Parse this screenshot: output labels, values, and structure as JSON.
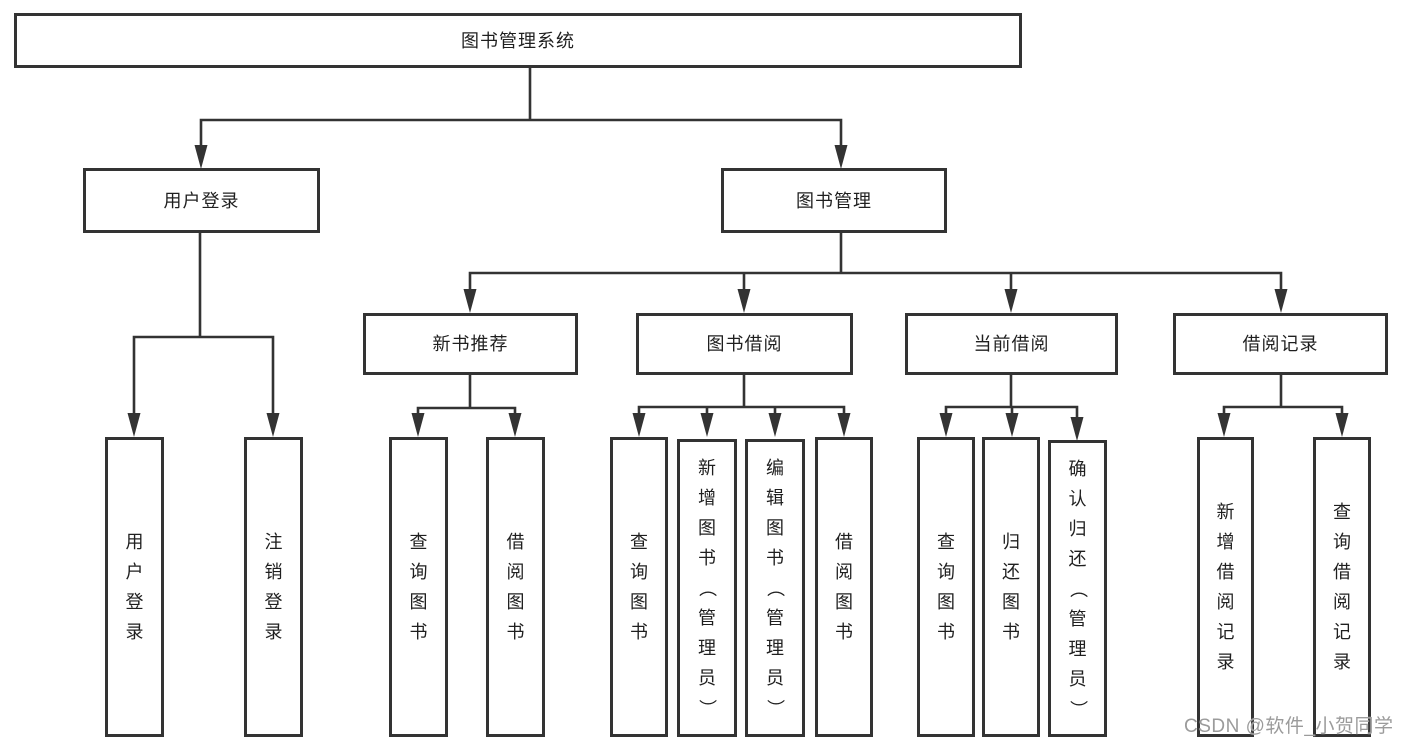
{
  "nodes": {
    "root": {
      "label": "图书管理系统"
    },
    "user_login": {
      "label": "用户登录"
    },
    "book_mgmt": {
      "label": "图书管理"
    },
    "new_book_rec": {
      "label": "新书推荐"
    },
    "book_borrow": {
      "label": "图书借阅"
    },
    "current_borrow": {
      "label": "当前借阅"
    },
    "borrow_record": {
      "label": "借阅记录"
    },
    "leaf_user_login": {
      "label": "用户登录"
    },
    "leaf_logout": {
      "label": "注销登录"
    },
    "leaf_query_book_a": {
      "label": "查询图书"
    },
    "leaf_borrow_book_a": {
      "label": "借阅图书"
    },
    "leaf_query_book_b": {
      "label": "查询图书"
    },
    "leaf_add_book": {
      "label": "新增图书（管理员）"
    },
    "leaf_edit_book": {
      "label": "编辑图书（管理员）"
    },
    "leaf_borrow_book_b": {
      "label": "借阅图书"
    },
    "leaf_query_book_c": {
      "label": "查询图书"
    },
    "leaf_return_book": {
      "label": "归还图书"
    },
    "leaf_confirm_return": {
      "label": "确认归还（管理员）"
    },
    "leaf_add_record": {
      "label": "新增借阅记录"
    },
    "leaf_query_record": {
      "label": "查询借阅记录"
    }
  },
  "edges": [
    {
      "from": "root",
      "to": [
        "user_login",
        "book_mgmt"
      ]
    },
    {
      "from": "user_login",
      "to": [
        "leaf_user_login",
        "leaf_logout"
      ]
    },
    {
      "from": "book_mgmt",
      "to": [
        "new_book_rec",
        "book_borrow",
        "current_borrow",
        "borrow_record"
      ]
    },
    {
      "from": "new_book_rec",
      "to": [
        "leaf_query_book_a",
        "leaf_borrow_book_a"
      ]
    },
    {
      "from": "book_borrow",
      "to": [
        "leaf_query_book_b",
        "leaf_add_book",
        "leaf_edit_book",
        "leaf_borrow_book_b"
      ]
    },
    {
      "from": "current_borrow",
      "to": [
        "leaf_query_book_c",
        "leaf_return_book",
        "leaf_confirm_return"
      ]
    },
    {
      "from": "borrow_record",
      "to": [
        "leaf_add_record",
        "leaf_query_record"
      ]
    }
  ],
  "watermark": {
    "text": "CSDN @软件_小贺同学"
  },
  "colors": {
    "line": "#333333",
    "box_border": "#333333",
    "text": "#1f1f1f",
    "watermark": "#9b9b9b",
    "background": "#ffffff"
  }
}
